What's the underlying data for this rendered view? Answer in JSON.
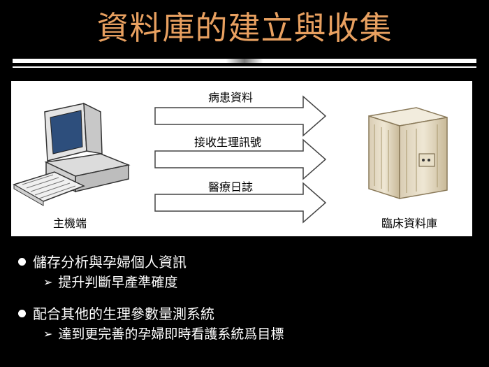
{
  "title": "資料庫的建立與收集",
  "diagram": {
    "arrows": [
      "病患資料",
      "接收生理訊號",
      "醫療日誌"
    ],
    "left_label": "主機端",
    "right_label": "臨床資料庫"
  },
  "bullets": [
    {
      "text": "儲存分析與孕婦個人資訊",
      "sub": "提升判斷早產準確度"
    },
    {
      "text": "配合其他的生理參數量測系統",
      "sub": "達到更完善的孕婦即時看護系統爲目標"
    }
  ]
}
